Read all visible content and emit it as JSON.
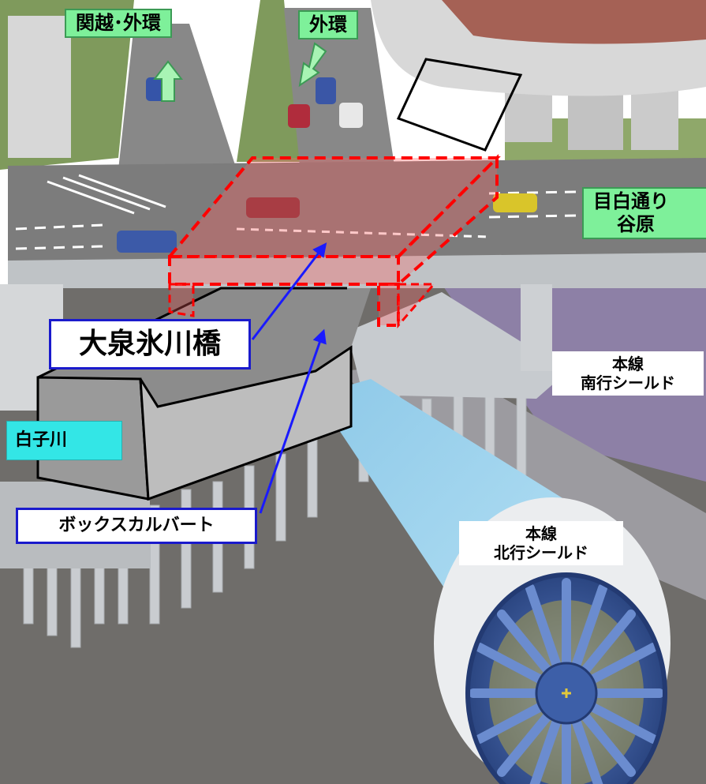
{
  "labels": {
    "kanetsu_gaikan": "関越･外環",
    "gaikan": "外環",
    "mejiro_yahara_line1": "目白通り",
    "mejiro_yahara_line2": "谷原",
    "oizumi_hikawa_bridge": "大泉氷川橋",
    "shirako_river": "白子川",
    "box_culvert": "ボックスカルバート",
    "south_shield_line1": "本線",
    "south_shield_line2": "南行シールド",
    "north_shield_line1": "本線",
    "north_shield_line2": "北行シールド"
  },
  "colors": {
    "grass": "#7f9a5c",
    "road": "#7c7c7c",
    "ground": "#6f6d6a",
    "pier": "#cfd3d6",
    "shield_tube": "#9fd3ee",
    "cutter_face": "#3d5fa8",
    "cutter_spokes": "#6b8ccf",
    "highlight_red": "#ff0000",
    "arrow_blue": "#1a1aff",
    "label_green": "#7ef09a",
    "label_cyan": "#33e6e6"
  }
}
